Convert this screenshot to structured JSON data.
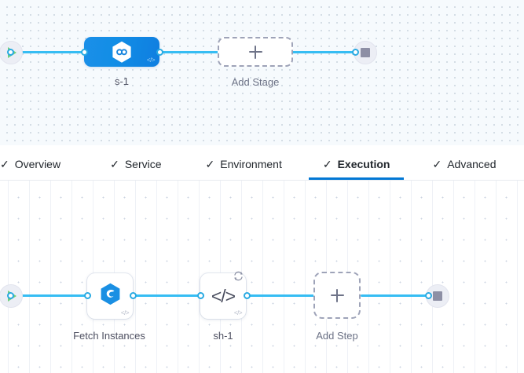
{
  "stage_canvas": {
    "name": "pipeline-stage-canvas",
    "start_node": {
      "icon": "play-icon",
      "title": "Start"
    },
    "end_node": {
      "icon": "stop-icon",
      "title": "End"
    },
    "stages": [
      {
        "id": "stage-1",
        "label": "s-1",
        "icon": "harness-hexagon-infinity-icon",
        "badge": "</>",
        "selected": true
      }
    ],
    "add_stage": {
      "label": "Add Stage",
      "icon": "plus-icon"
    }
  },
  "tab_bar": {
    "tabs": [
      {
        "label": "Overview",
        "check": "✓",
        "active": false
      },
      {
        "label": "Service",
        "check": "✓",
        "active": false
      },
      {
        "label": "Environment",
        "check": "✓",
        "active": false
      },
      {
        "label": "Execution",
        "check": "✓",
        "active": true
      },
      {
        "label": "Advanced",
        "check": "✓",
        "active": false
      }
    ],
    "active_tab": "Execution",
    "active_underline_color": "#0278d5"
  },
  "step_canvas": {
    "name": "pipeline-step-canvas",
    "start_node": {
      "icon": "play-icon",
      "title": "Start"
    },
    "end_node": {
      "icon": "stop-icon",
      "title": "End"
    },
    "steps": [
      {
        "id": "step-fetch-instances",
        "label": "Fetch Instances",
        "icon": "harness-hexagon-swirl-icon",
        "badge": "</>",
        "has_loop": false
      },
      {
        "id": "step-sh-1",
        "label": "sh-1",
        "icon": "code-brackets-icon",
        "glyph": "</>",
        "badge": "</>",
        "has_loop": true,
        "loop_icon": "loop-repeat-icon"
      }
    ],
    "add_step": {
      "label": "Add Step",
      "icon": "plus-icon"
    }
  },
  "colors": {
    "edge": "#36bdf3",
    "port_stroke": "#2aaae2",
    "stage_node_blue": "#128ee6",
    "accent_blue": "#0278d5",
    "play_green": "#6fcf7e",
    "stop_gray": "#8d8fa5",
    "label_text": "#4f5162",
    "dashed_border": "#9ea3b8"
  }
}
